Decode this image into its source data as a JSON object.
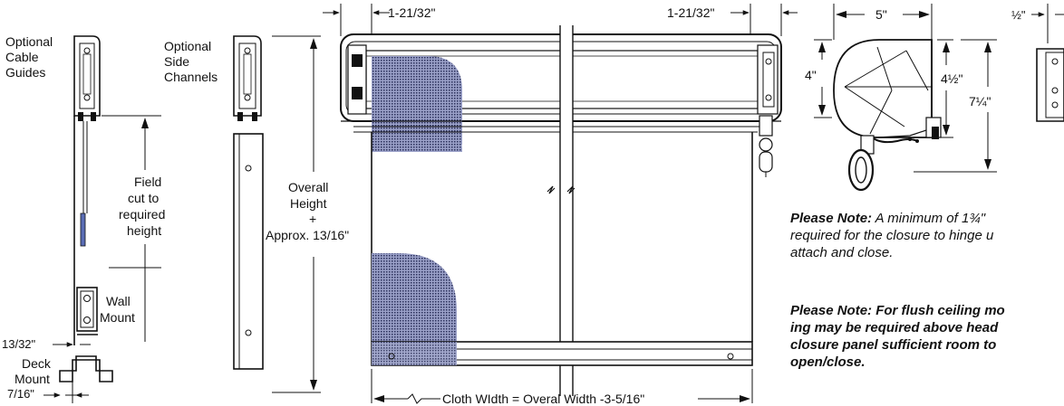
{
  "labels": {
    "optional_cable_guides": [
      "Optional",
      "Cable",
      "Guides"
    ],
    "optional_side_channels": [
      "Optional",
      "Side",
      "Channels"
    ],
    "field_cut": [
      "Field",
      "cut to",
      "required",
      "height"
    ],
    "wall_mount": [
      "Wall",
      "Mount"
    ],
    "deck_mount": [
      "Deck",
      "Mount"
    ],
    "dim_13_32": "13/32\"",
    "dim_7_16": "7/16\"",
    "overall_height": [
      "Overall",
      "Height",
      "+",
      "Approx. 13/16\""
    ],
    "dim_left_top": "1-21/32\"",
    "dim_right_top": "1-21/32\"",
    "cloth_width": "Cloth WIdth = Overal Width -3-5/16\"",
    "dim_5": "5\"",
    "dim_4": "4\"",
    "dim_4_half": "4½\"",
    "dim_7_quarter": "7¼\"",
    "dim_half": "½\""
  },
  "notes": {
    "note1_bold": "Please Note:",
    "note1_line1": " A minimum of 1¾\"",
    "note1_line2": "required for the closure to hinge u",
    "note1_line3": "attach and close.",
    "note2_line1": "Please Note: For flush ceiling mo",
    "note2_line2": "ing may be required above head",
    "note2_line3": "closure panel sufficient room to",
    "note2_line4": "open/close."
  },
  "colors": {
    "line": "#111111",
    "fabric": "#555555",
    "mesh": "#3a3f66"
  }
}
